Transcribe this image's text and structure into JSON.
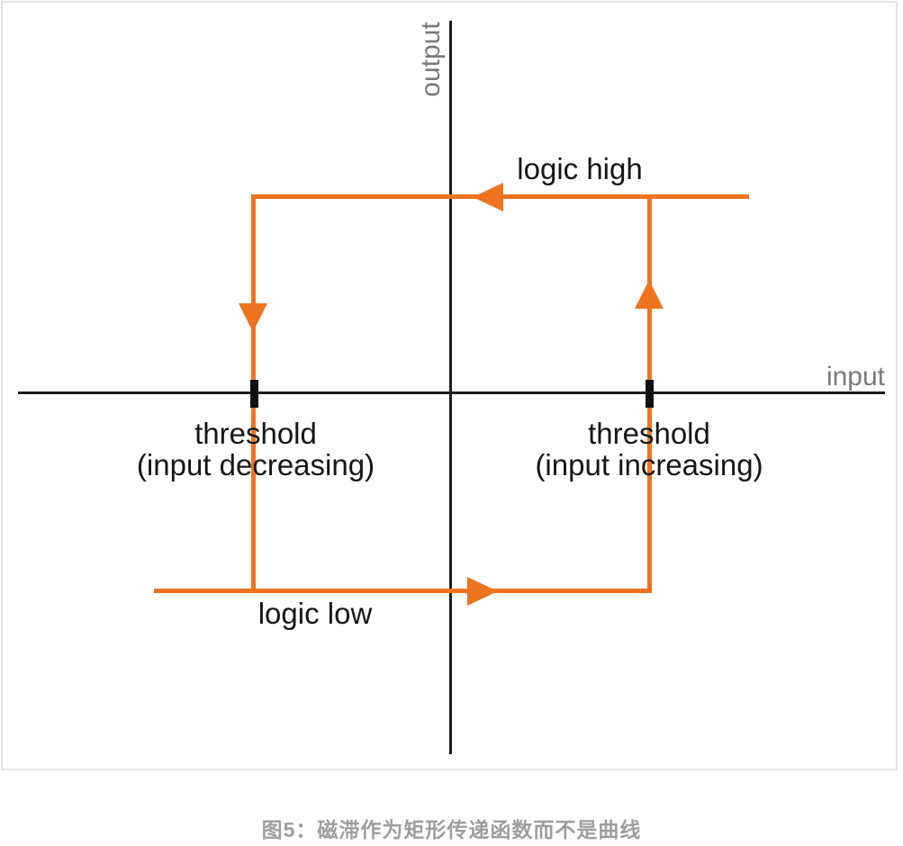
{
  "diagram": {
    "x_axis_label": "input",
    "y_axis_label": "output",
    "labels": {
      "logic_high": "logic high",
      "logic_low": "logic low",
      "threshold_decreasing_line1": "threshold",
      "threshold_decreasing_line2": "(input decreasing)",
      "threshold_increasing_line1": "threshold",
      "threshold_increasing_line2": "(input increasing)"
    },
    "colors": {
      "loop": "#ee7420",
      "axis": "#1c1c1c",
      "axis_label_text": "#7a7a7a",
      "label_text": "#161616",
      "caption_text": "#9e9e9e",
      "frame_border": "#e2e2e2"
    }
  },
  "caption": "图5：磁滞作为矩形传递函数而不是曲线"
}
